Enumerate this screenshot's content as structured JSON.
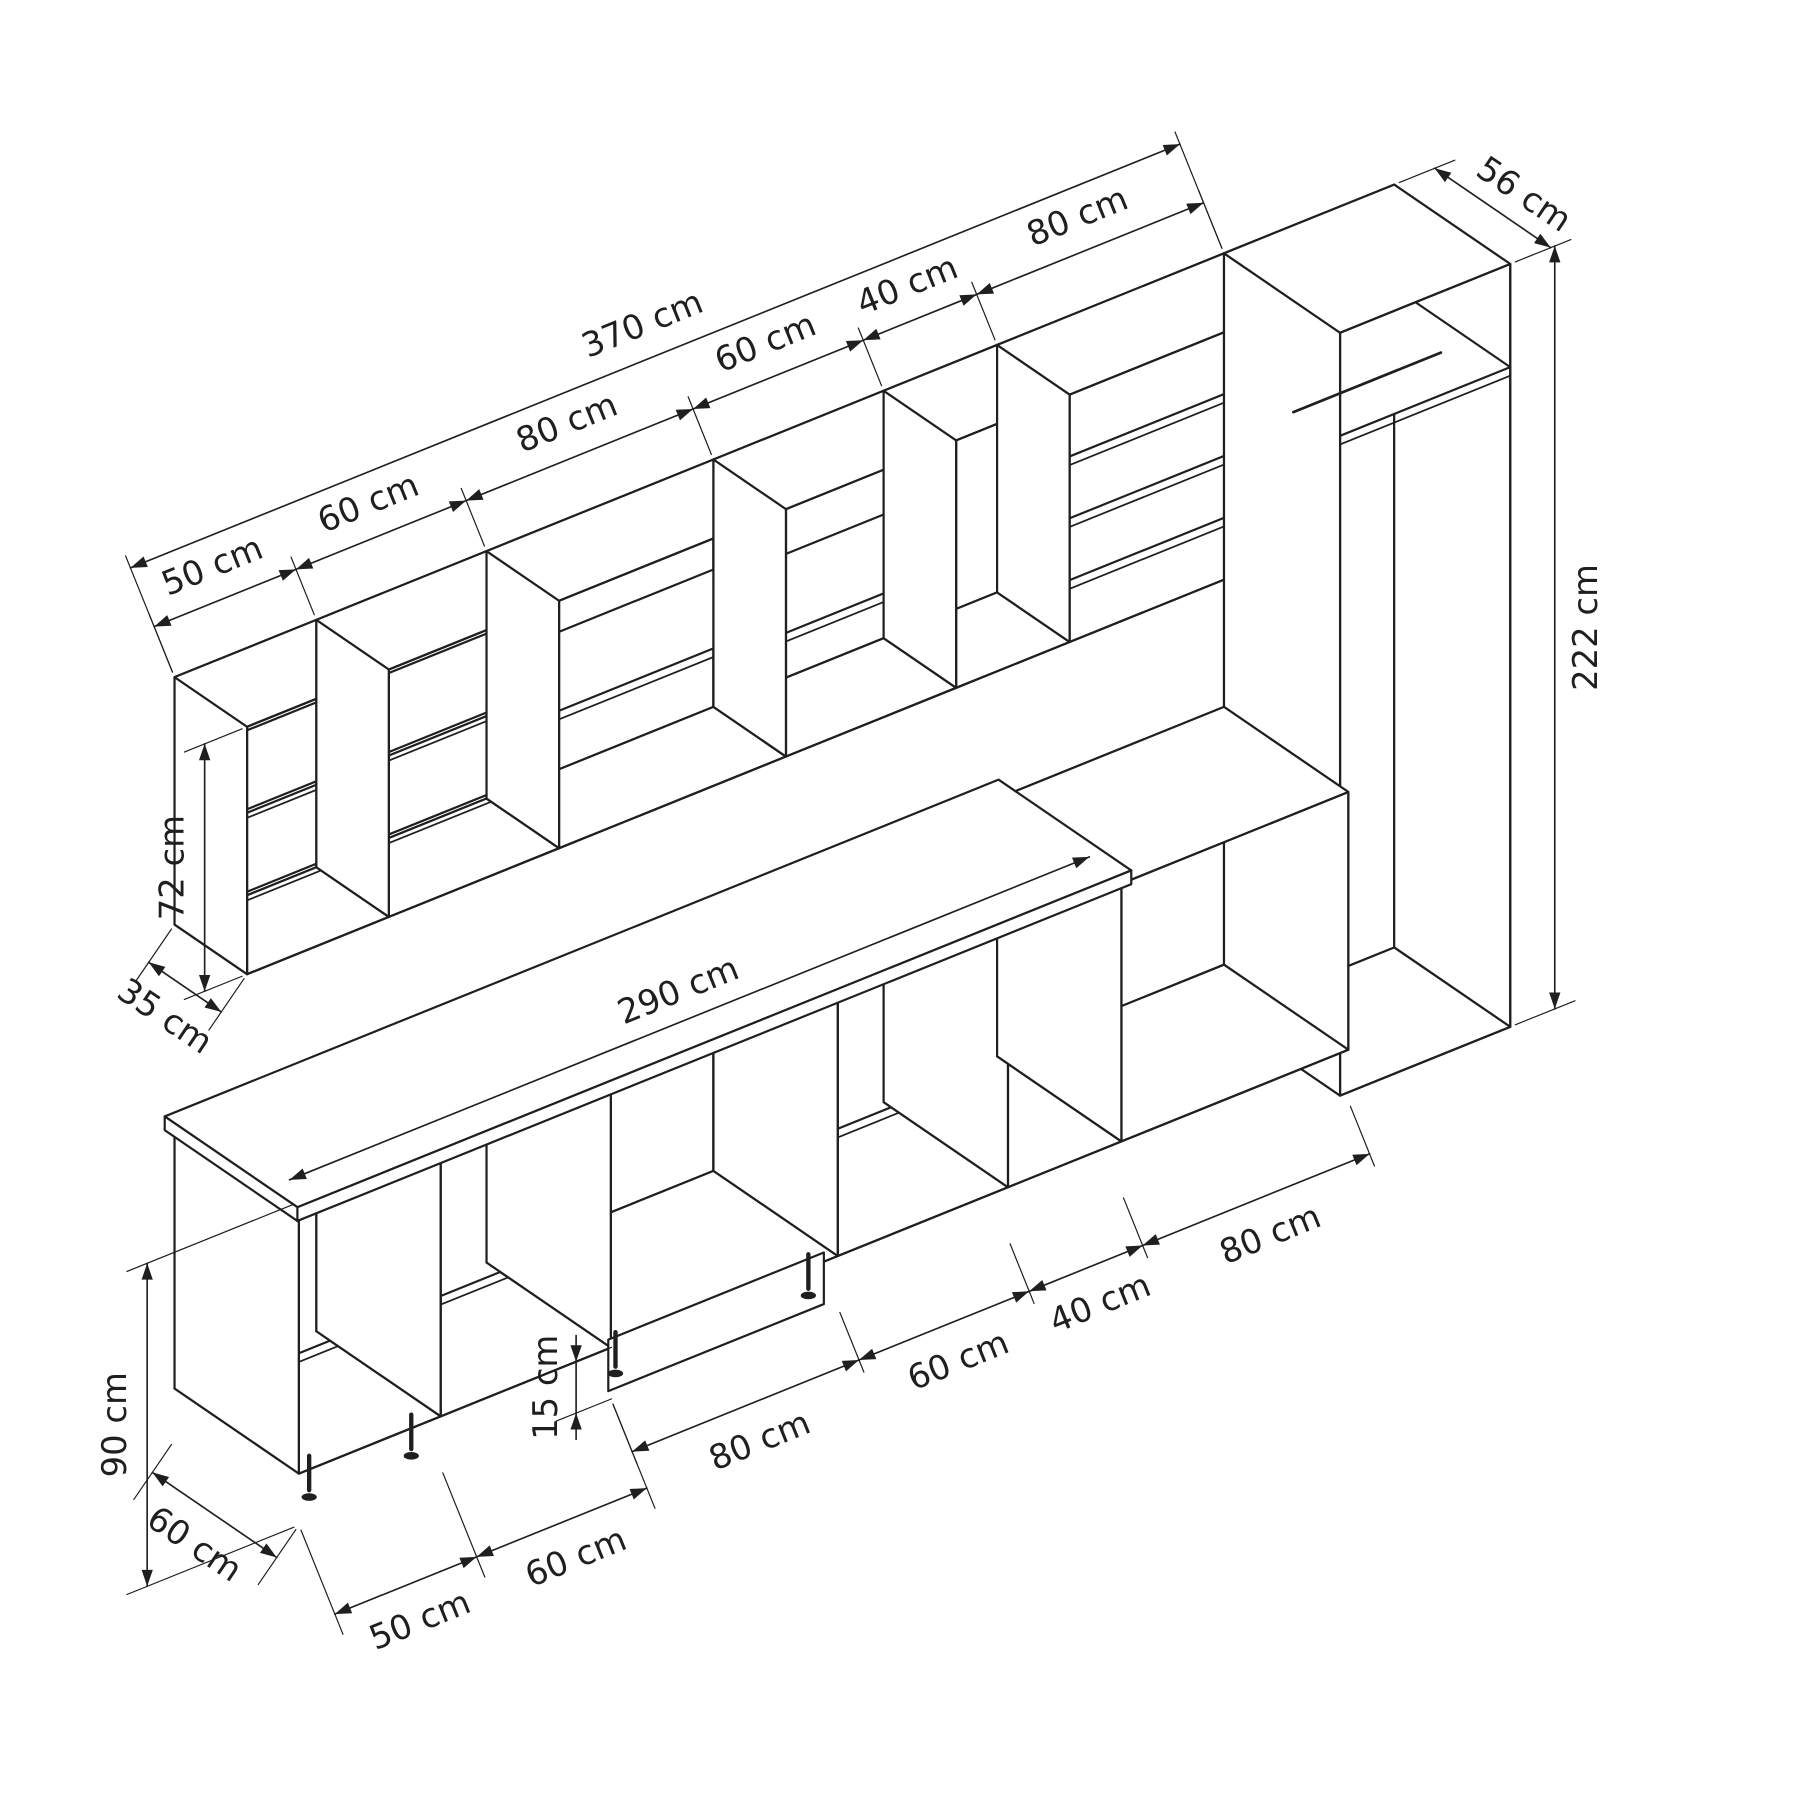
{
  "page": {
    "background": "#ffffff"
  },
  "colors": {
    "line": "#1f1f1f",
    "fill": "#ffffff"
  },
  "diagram": {
    "description": "Isometric dimensioned line drawing of a modular kitchen cabinet set with wall cabinets, tall cabinet and base counter units",
    "units": "cm"
  },
  "model": {
    "wall_cabinets": {
      "segments_cm": [
        50,
        60,
        80,
        60,
        40,
        80
      ],
      "total_cm": 370,
      "height_cm": 72,
      "depth_cm": 35
    },
    "tall_cabinet": {
      "depth_cm": 56,
      "height_cm": 222
    },
    "base_cabinets": {
      "segments_cm": [
        50,
        60,
        80,
        60,
        40,
        80
      ],
      "counter_length_cm": 290,
      "height_cm": 90,
      "depth_cm": 60,
      "plinth_height_cm": 15
    }
  },
  "labels": {
    "dim_top_50": "50 cm",
    "dim_top_60a": "60 cm",
    "dim_top_80a": "80 cm",
    "dim_top_60b": "60 cm",
    "dim_top_40": "40 cm",
    "dim_top_80b": "80 cm",
    "dim_top_370": "370 cm",
    "dim_tall_depth": "56 cm",
    "dim_tall_height": "222 cm",
    "dim_upper_height": "72 cm",
    "dim_upper_depth": "35 cm",
    "dim_counter_length": "290 cm",
    "dim_base_depth": "60 cm",
    "dim_base_height": "90 cm",
    "dim_plinth": "15 cm",
    "dim_bottom_50": "50 cm",
    "dim_bottom_60a": "60 cm",
    "dim_bottom_80a": "80 cm",
    "dim_bottom_60b": "60 cm",
    "dim_bottom_40": "40 cm",
    "dim_bottom_80b": "80 cm"
  }
}
